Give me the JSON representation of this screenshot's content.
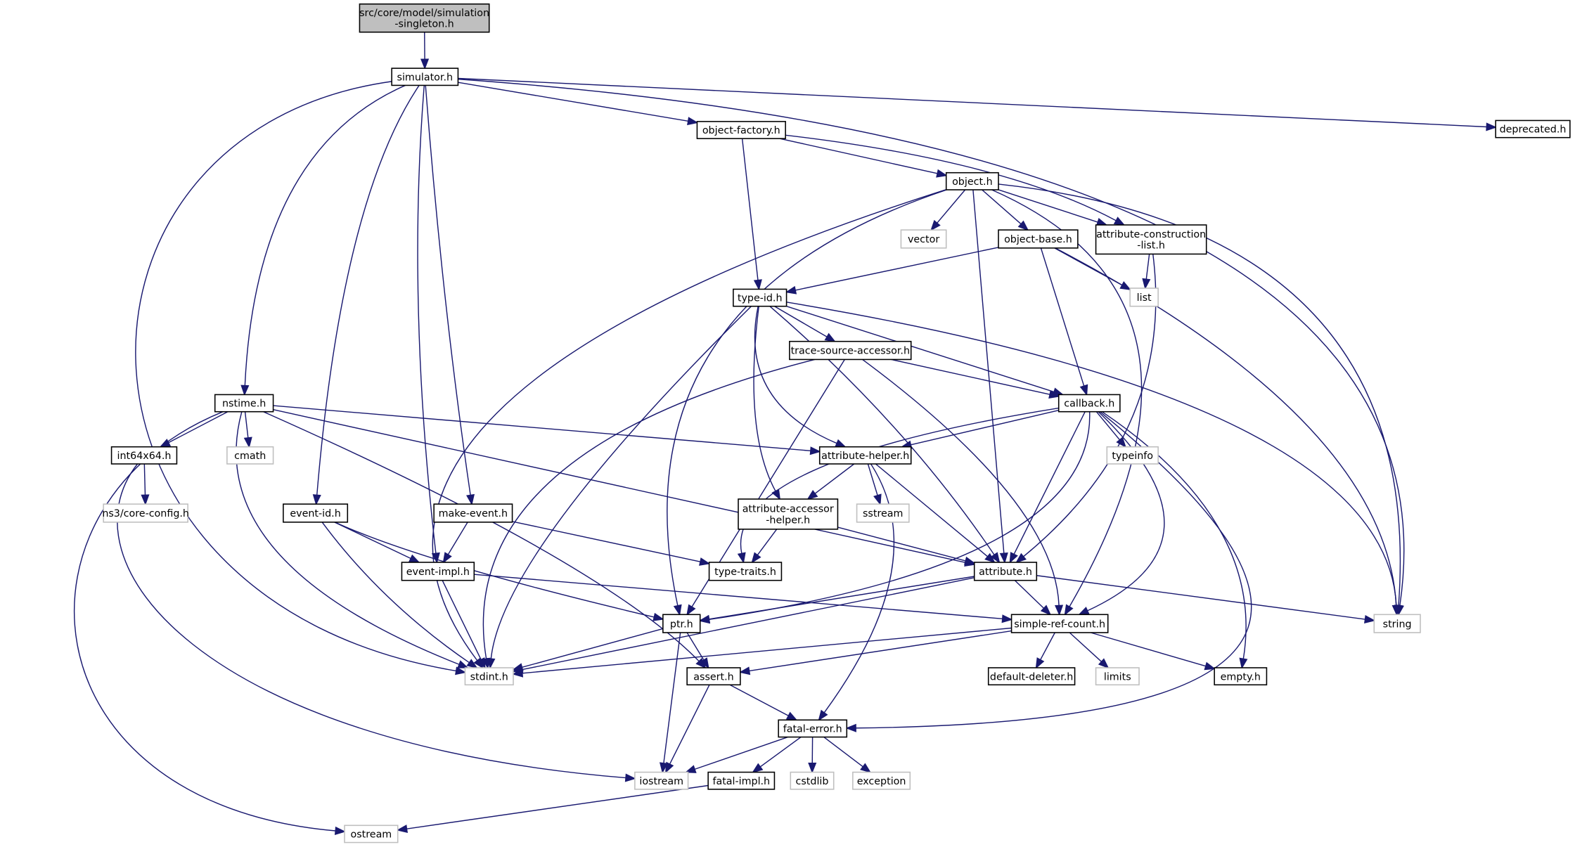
{
  "graph": {
    "title": "Include dependency graph for src/core/model/simulation-singleton.h",
    "colors": {
      "edge": "#191970",
      "root_fill": "#bfbfbf",
      "root_border": "#000000",
      "documented_border": "#000000",
      "external_border": "#bfbfbf",
      "node_fill": "#ffffff"
    },
    "nodes": [
      {
        "id": "root",
        "lines": [
          "src/core/model/simulation",
          "-singleton.h"
        ],
        "kind": "root"
      },
      {
        "id": "simulator",
        "lines": [
          "simulator.h"
        ],
        "kind": "documented"
      },
      {
        "id": "deprecated",
        "lines": [
          "deprecated.h"
        ],
        "kind": "documented"
      },
      {
        "id": "object-factory",
        "lines": [
          "object-factory.h"
        ],
        "kind": "documented"
      },
      {
        "id": "object",
        "lines": [
          "object.h"
        ],
        "kind": "documented"
      },
      {
        "id": "vector",
        "lines": [
          "vector"
        ],
        "kind": "external"
      },
      {
        "id": "object-base",
        "lines": [
          "object-base.h"
        ],
        "kind": "documented"
      },
      {
        "id": "attribute-construction-list",
        "lines": [
          "attribute-construction",
          "-list.h"
        ],
        "kind": "documented"
      },
      {
        "id": "list",
        "lines": [
          "list"
        ],
        "kind": "external"
      },
      {
        "id": "type-id",
        "lines": [
          "type-id.h"
        ],
        "kind": "documented"
      },
      {
        "id": "trace-source-accessor",
        "lines": [
          "trace-source-accessor.h"
        ],
        "kind": "documented"
      },
      {
        "id": "nstime",
        "lines": [
          "nstime.h"
        ],
        "kind": "documented"
      },
      {
        "id": "callback",
        "lines": [
          "callback.h"
        ],
        "kind": "documented"
      },
      {
        "id": "int64x64",
        "lines": [
          "int64x64.h"
        ],
        "kind": "documented"
      },
      {
        "id": "cmath",
        "lines": [
          "cmath"
        ],
        "kind": "external"
      },
      {
        "id": "typeinfo",
        "lines": [
          "typeinfo"
        ],
        "kind": "external"
      },
      {
        "id": "attribute-helper",
        "lines": [
          "attribute-helper.h"
        ],
        "kind": "documented"
      },
      {
        "id": "core-config",
        "lines": [
          "ns3/core-config.h"
        ],
        "kind": "external"
      },
      {
        "id": "event-id",
        "lines": [
          "event-id.h"
        ],
        "kind": "documented"
      },
      {
        "id": "make-event",
        "lines": [
          "make-event.h"
        ],
        "kind": "documented"
      },
      {
        "id": "attribute-accessor-helper",
        "lines": [
          "attribute-accessor",
          "-helper.h"
        ],
        "kind": "documented"
      },
      {
        "id": "sstream",
        "lines": [
          "sstream"
        ],
        "kind": "external"
      },
      {
        "id": "type-traits",
        "lines": [
          "type-traits.h"
        ],
        "kind": "documented"
      },
      {
        "id": "attribute",
        "lines": [
          "attribute.h"
        ],
        "kind": "documented"
      },
      {
        "id": "event-impl",
        "lines": [
          "event-impl.h"
        ],
        "kind": "documented"
      },
      {
        "id": "string",
        "lines": [
          "string"
        ],
        "kind": "external"
      },
      {
        "id": "ptr",
        "lines": [
          "ptr.h"
        ],
        "kind": "documented"
      },
      {
        "id": "simple-ref-count",
        "lines": [
          "simple-ref-count.h"
        ],
        "kind": "documented"
      },
      {
        "id": "stdint",
        "lines": [
          "stdint.h"
        ],
        "kind": "external"
      },
      {
        "id": "assert",
        "lines": [
          "assert.h"
        ],
        "kind": "documented"
      },
      {
        "id": "default-deleter",
        "lines": [
          "default-deleter.h"
        ],
        "kind": "documented"
      },
      {
        "id": "limits",
        "lines": [
          "limits"
        ],
        "kind": "external"
      },
      {
        "id": "empty",
        "lines": [
          "empty.h"
        ],
        "kind": "documented"
      },
      {
        "id": "fatal-error",
        "lines": [
          "fatal-error.h"
        ],
        "kind": "documented"
      },
      {
        "id": "iostream",
        "lines": [
          "iostream"
        ],
        "kind": "external"
      },
      {
        "id": "fatal-impl",
        "lines": [
          "fatal-impl.h"
        ],
        "kind": "documented"
      },
      {
        "id": "cstdlib",
        "lines": [
          "cstdlib"
        ],
        "kind": "external"
      },
      {
        "id": "exception",
        "lines": [
          "exception"
        ],
        "kind": "external"
      },
      {
        "id": "ostream",
        "lines": [
          "ostream"
        ],
        "kind": "external"
      }
    ],
    "edges": [
      [
        "root",
        "simulator"
      ],
      [
        "simulator",
        "deprecated"
      ],
      [
        "simulator",
        "object-factory"
      ],
      [
        "simulator",
        "string"
      ],
      [
        "simulator",
        "stdint"
      ],
      [
        "simulator",
        "nstime"
      ],
      [
        "simulator",
        "event-id"
      ],
      [
        "simulator",
        "event-impl"
      ],
      [
        "simulator",
        "make-event"
      ],
      [
        "object-factory",
        "object"
      ],
      [
        "object-factory",
        "type-id"
      ],
      [
        "object-factory",
        "attribute-construction-list"
      ],
      [
        "object",
        "vector"
      ],
      [
        "object",
        "object-base"
      ],
      [
        "object",
        "attribute-construction-list"
      ],
      [
        "object",
        "string"
      ],
      [
        "object",
        "stdint"
      ],
      [
        "object",
        "ptr"
      ],
      [
        "object",
        "attribute"
      ],
      [
        "object",
        "simple-ref-count"
      ],
      [
        "object-base",
        "type-id"
      ],
      [
        "object-base",
        "list"
      ],
      [
        "object-base",
        "callback"
      ],
      [
        "object-base",
        "string"
      ],
      [
        "attribute-construction-list",
        "list"
      ],
      [
        "attribute-construction-list",
        "attribute"
      ],
      [
        "type-id",
        "trace-source-accessor"
      ],
      [
        "type-id",
        "callback"
      ],
      [
        "type-id",
        "string"
      ],
      [
        "type-id",
        "stdint"
      ],
      [
        "type-id",
        "attribute-helper"
      ],
      [
        "type-id",
        "attribute-accessor-helper"
      ],
      [
        "type-id",
        "attribute"
      ],
      [
        "trace-source-accessor",
        "callback"
      ],
      [
        "trace-source-accessor",
        "ptr"
      ],
      [
        "trace-source-accessor",
        "stdint"
      ],
      [
        "trace-source-accessor",
        "simple-ref-count"
      ],
      [
        "nstime",
        "int64x64"
      ],
      [
        "nstime",
        "cmath"
      ],
      [
        "nstime",
        "attribute-helper"
      ],
      [
        "nstime",
        "attribute"
      ],
      [
        "nstime",
        "assert"
      ],
      [
        "nstime",
        "stdint"
      ],
      [
        "nstime",
        "ostream"
      ],
      [
        "int64x64",
        "core-config"
      ],
      [
        "int64x64",
        "iostream"
      ],
      [
        "callback",
        "typeinfo"
      ],
      [
        "callback",
        "attribute-helper"
      ],
      [
        "callback",
        "type-traits"
      ],
      [
        "callback",
        "attribute"
      ],
      [
        "callback",
        "ptr"
      ],
      [
        "callback",
        "simple-ref-count"
      ],
      [
        "callback",
        "empty"
      ],
      [
        "callback",
        "fatal-error"
      ],
      [
        "attribute-helper",
        "attribute-accessor-helper"
      ],
      [
        "attribute-helper",
        "sstream"
      ],
      [
        "attribute-helper",
        "attribute"
      ],
      [
        "attribute-helper",
        "fatal-error"
      ],
      [
        "attribute-accessor-helper",
        "type-traits"
      ],
      [
        "attribute-accessor-helper",
        "attribute"
      ],
      [
        "event-id",
        "event-impl"
      ],
      [
        "event-id",
        "ptr"
      ],
      [
        "event-id",
        "stdint"
      ],
      [
        "make-event",
        "event-impl"
      ],
      [
        "make-event",
        "type-traits"
      ],
      [
        "event-impl",
        "stdint"
      ],
      [
        "event-impl",
        "simple-ref-count"
      ],
      [
        "attribute",
        "ptr"
      ],
      [
        "attribute",
        "simple-ref-count"
      ],
      [
        "attribute",
        "string"
      ],
      [
        "attribute",
        "stdint"
      ],
      [
        "ptr",
        "assert"
      ],
      [
        "ptr",
        "iostream"
      ],
      [
        "ptr",
        "stdint"
      ],
      [
        "simple-ref-count",
        "stdint"
      ],
      [
        "simple-ref-count",
        "assert"
      ],
      [
        "simple-ref-count",
        "default-deleter"
      ],
      [
        "simple-ref-count",
        "limits"
      ],
      [
        "simple-ref-count",
        "empty"
      ],
      [
        "assert",
        "fatal-error"
      ],
      [
        "assert",
        "iostream"
      ],
      [
        "fatal-error",
        "iostream"
      ],
      [
        "fatal-error",
        "fatal-impl"
      ],
      [
        "fatal-error",
        "cstdlib"
      ],
      [
        "fatal-error",
        "exception"
      ],
      [
        "fatal-impl",
        "ostream"
      ]
    ]
  }
}
